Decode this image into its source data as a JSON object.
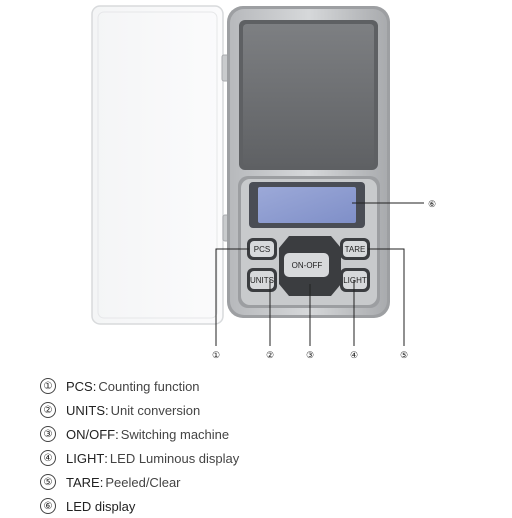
{
  "buttons": {
    "pcs": "PCS",
    "tare": "TARE",
    "onoff": "ON-OFF",
    "units": "UNITS",
    "light": "LIGHT"
  },
  "callouts": [
    "①",
    "②",
    "③",
    "④",
    "⑤",
    "⑥"
  ],
  "legend": [
    {
      "num": "①",
      "name": "PCS",
      "sep": ":",
      "desc": "Counting function"
    },
    {
      "num": "②",
      "name": "UNITS",
      "sep": ":",
      "desc": "Unit conversion"
    },
    {
      "num": "③",
      "name": "ON/OFF",
      "sep": ":",
      "desc": "Switching machine"
    },
    {
      "num": "④",
      "name": "LIGHT",
      "sep": ":",
      "desc": "LED Luminous display"
    },
    {
      "num": "⑤",
      "name": "TARE",
      "sep": ":",
      "desc": "Peeled/Clear"
    },
    {
      "num": "⑥",
      "name": "LED display",
      "sep": "",
      "desc": ""
    }
  ]
}
